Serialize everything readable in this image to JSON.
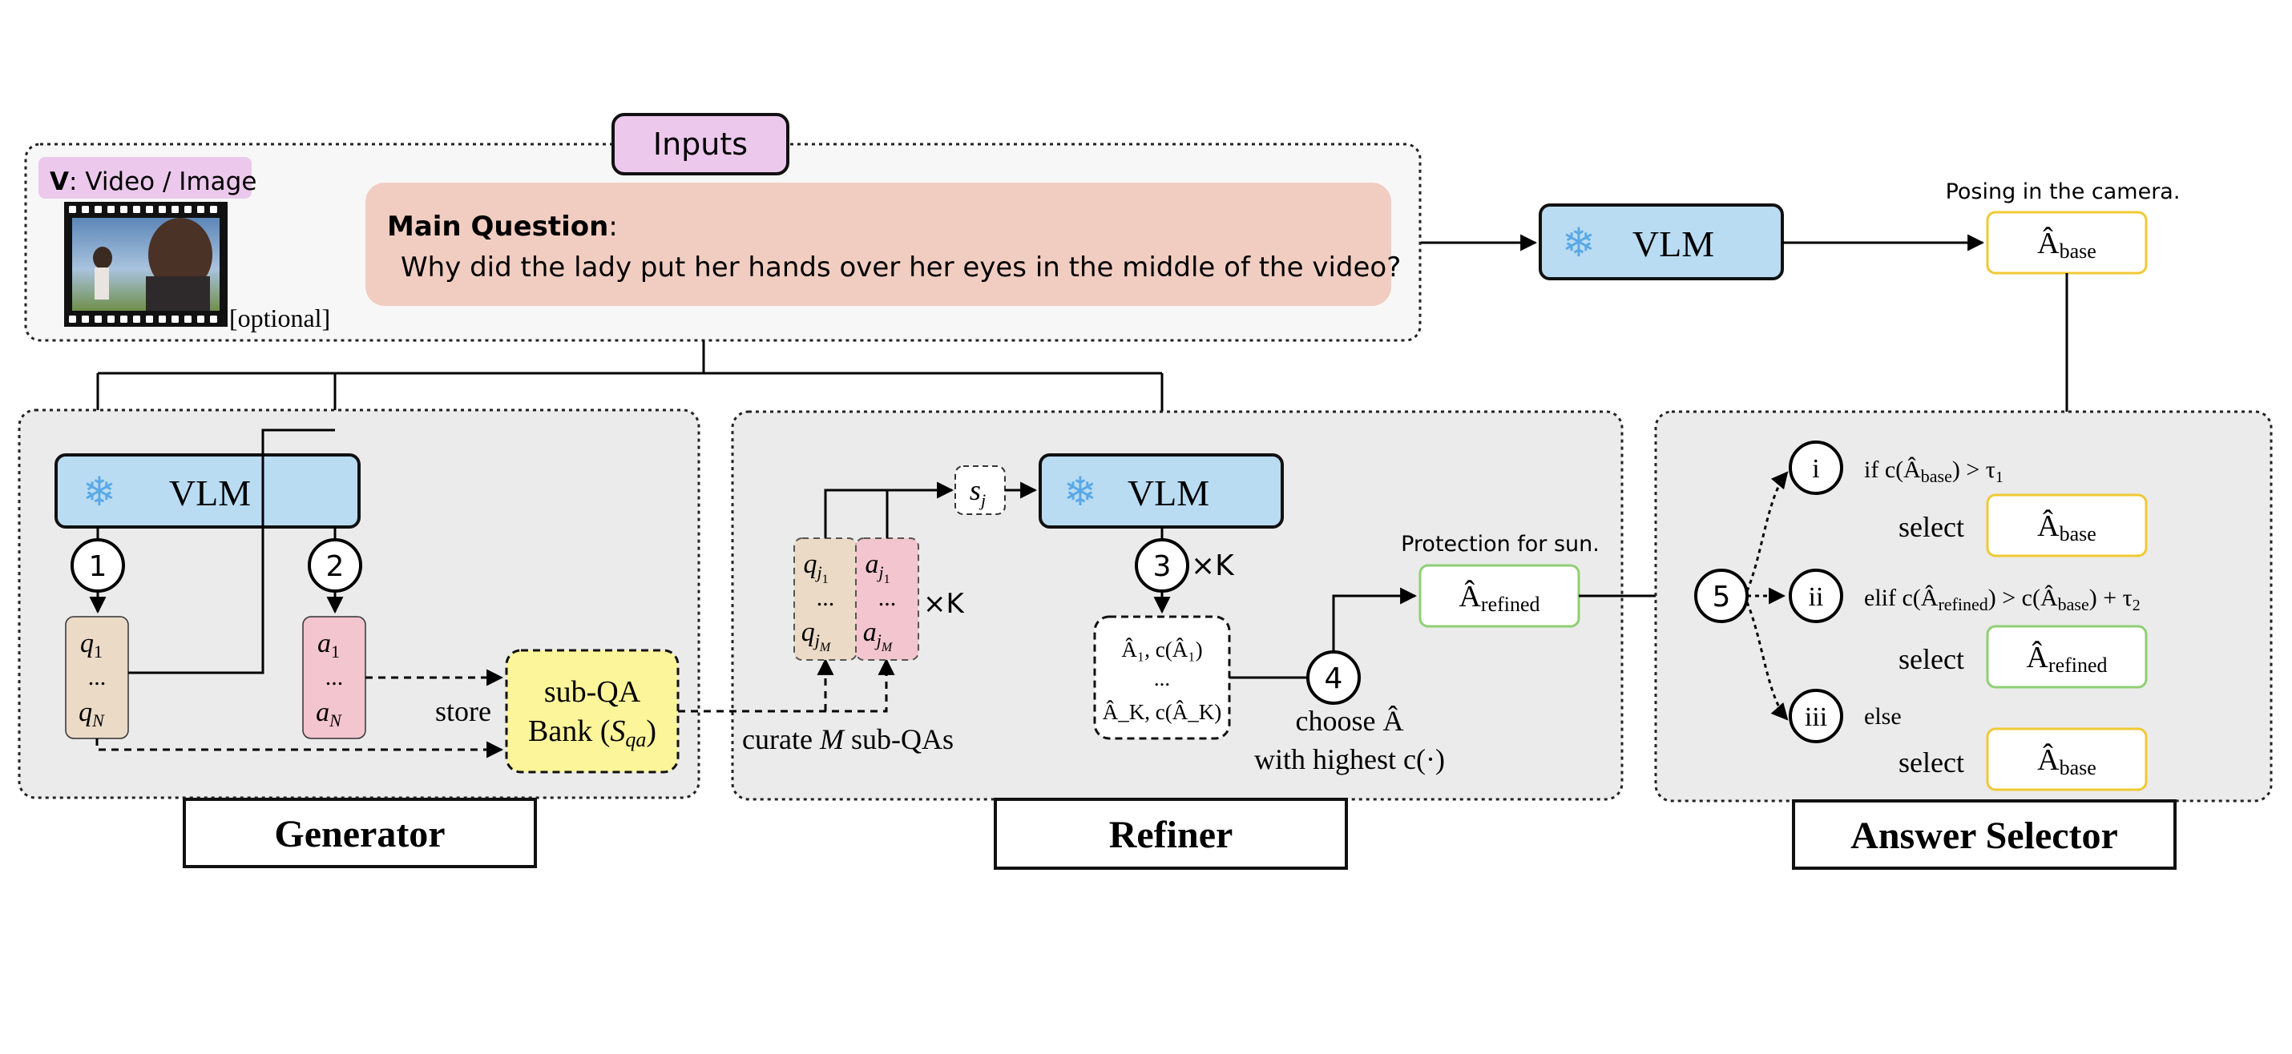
{
  "inputs": {
    "title": "Inputs",
    "media_label_bold": "V",
    "media_label_rest": ": Video / Image",
    "optional_label": "[optional]",
    "main_question_label": "Main Question",
    "main_question_colon": ":",
    "main_question_text": "Why did the lady put her hands over her eyes in the middle of the video?"
  },
  "top_path": {
    "vlm_label": "VLM",
    "base_answer_note": "Posing in the camera.",
    "base_answer_label": "Â",
    "base_answer_sub": "base"
  },
  "generator": {
    "title": "Generator",
    "vlm_label": "VLM",
    "step1": "1",
    "step2": "2",
    "q_first": "q",
    "q_first_sub": "1",
    "q_dots": "...",
    "q_last": "q",
    "q_last_sub": "N",
    "a_first": "a",
    "a_first_sub": "1",
    "a_dots": "...",
    "a_last": "a",
    "a_last_sub": "N",
    "store_label": "store",
    "bank_line1": "sub-QA",
    "bank_line2_prefix": "Bank (",
    "bank_symbol": "S",
    "bank_symbol_sub": "qa",
    "bank_line2_suffix": ")"
  },
  "refiner": {
    "title": "Refiner",
    "vlm_label": "VLM",
    "s_label": "s",
    "s_sub": "j",
    "q_top": "q",
    "q_top_sub": "j",
    "q_top_subsub": "1",
    "q_dots": "...",
    "q_bottom": "q",
    "q_bottom_sub": "j",
    "q_bottom_subsub": "M",
    "a_top": "a",
    "a_top_sub": "j",
    "a_top_subsub": "1",
    "a_dots": "...",
    "a_bottom": "a",
    "a_bottom_sub": "j",
    "a_bottom_subsub": "M",
    "times_k_left": "×K",
    "curate_label_pre": "curate",
    "curate_symbol": "M",
    "curate_label_post": "sub-QAs",
    "step3": "3",
    "step3_times": "×K",
    "step4": "4",
    "candidates_line1": "Â₁, c(Â₁)",
    "candidates_dots": "...",
    "candidates_line2": "Â_K, c(Â_K)",
    "choose_line1": "choose Â",
    "choose_line2": "with highest c(·)",
    "refined_note": "Protection for sun.",
    "refined_label": "Â",
    "refined_sub": "refined"
  },
  "selector": {
    "title": "Answer Selector",
    "step5": "5",
    "opt1": "i",
    "opt2": "ii",
    "opt3": "iii",
    "cond1": "if  c(Â",
    "cond1_sub": "base",
    "cond1_tail": ") > τ",
    "cond1_tau_sub": "1",
    "cond2": "elif  c(Â",
    "cond2_sub": "refined",
    "cond2_mid": ") > c(Â",
    "cond2_mid_sub": "base",
    "cond2_tail": ") + τ",
    "cond2_tau_sub": "2",
    "cond3": "else",
    "select_label": "select",
    "sel1": "Â",
    "sel1_sub": "base",
    "sel2": "Â",
    "sel2_sub": "refined",
    "sel3": "Â",
    "sel3_sub": "base"
  },
  "colors": {
    "vlm_fill": "#b9dcf3",
    "inputs_tag": "#ecc9ec",
    "question_fill": "#f1cdc1",
    "panel_fill": "#ebebeb",
    "q_fill": "#ebdac6",
    "a_fill": "#f3c5cf",
    "bank_fill": "#fdf59a",
    "base_border": "#f0c933",
    "refined_border": "#8fcf74"
  }
}
